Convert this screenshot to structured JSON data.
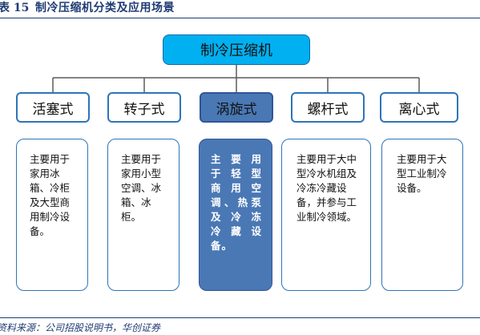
{
  "header": {
    "prefix": "表 15",
    "title": "制冷压缩机分类及应用场景"
  },
  "root": {
    "label": "制冷压缩机"
  },
  "categories": [
    {
      "label": "活塞式"
    },
    {
      "label": "转子式"
    },
    {
      "label": "涡旋式"
    },
    {
      "label": "螺杆式"
    },
    {
      "label": "离心式"
    }
  ],
  "descriptions": [
    {
      "text": "主要用于家用冰箱、冷柜及大型商用制冷设备。"
    },
    {
      "text": "主要用于家用小型空调、冰箱、冰柜。"
    },
    {
      "lines": [
        "主要用",
        "于轻型",
        "商用空",
        "调、热泵",
        "及冷冻",
        "冷藏设",
        "备。"
      ]
    },
    {
      "text": "主要用于大中型冷水机组及冷冻冷藏设备，并参与工业制冷领域。"
    },
    {
      "text": "主要用于大型工业制冷设备。"
    }
  ],
  "footer": {
    "source": "资料来源：公司招股说明书，华创证券"
  },
  "colors": {
    "root_fill": "#00b0f0",
    "box_border": "#2e75b6",
    "highlight_fill": "#4a78b5",
    "title_text": "#1f3b73"
  }
}
